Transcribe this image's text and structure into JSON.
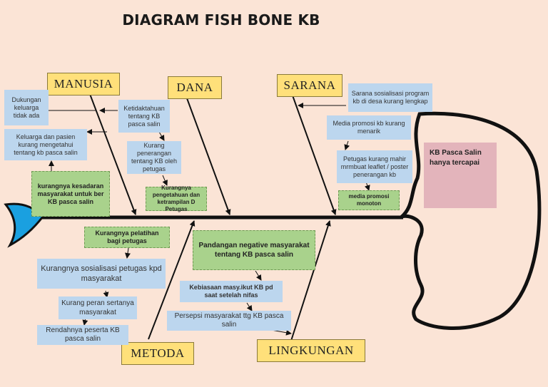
{
  "title": "DIAGRAM FISH BONE KB",
  "categories": {
    "manusia": "MANUSIA",
    "dana": "DANA",
    "sarana": "SARANA",
    "metoda": "METODA",
    "lingkungan": "LINGKUNGAN"
  },
  "head": "KB Pasca Salin hanya tercapai",
  "manusia_causes": [
    "Dukungan keluarga tidak ada",
    "Keluarga dan pasien kurang mengetahui tentang kb pasca salin",
    "kurangnya kesadaran masyarakat untuk ber KB pasca salin"
  ],
  "dana_causes": [
    "Ketidaktahuan tentang KB pasca salin",
    "Kurang penerangan tentang KB oleh petugas",
    "Kurangnya pengetahuan dan ketrampilan D Petugas"
  ],
  "sarana_causes": [
    "Sarana sosialisasi program kb di desa kurang lengkap",
    "Media promosi kb kurang menarik",
    "Petugas kurang mahir mrmbuat leaflet / poster penerangan kb",
    "media promosi monoton"
  ],
  "metoda_causes": [
    "Kurangnya pelatihan bagi petugas",
    "Kurangnya sosialisasi petugas kpd masyarakat",
    "Kurang peran sertanya masyarakat",
    "Rendahnya peserta KB pasca salin"
  ],
  "lingkungan_causes": [
    "Pandangan negative masyarakat tentang KB pasca salin",
    "Kebiasaan masy.ikut KB pd saat setelah nifas",
    "Persepsi masyarakat ttg KB pasca salin"
  ],
  "colors": {
    "background": "#fbe4d6",
    "category": "#ffe07a",
    "cause_blue": "#bcd6ee",
    "cause_green": "#a9d28c",
    "head_box": "#e3b4bb",
    "tail": "#1aa0e0"
  }
}
